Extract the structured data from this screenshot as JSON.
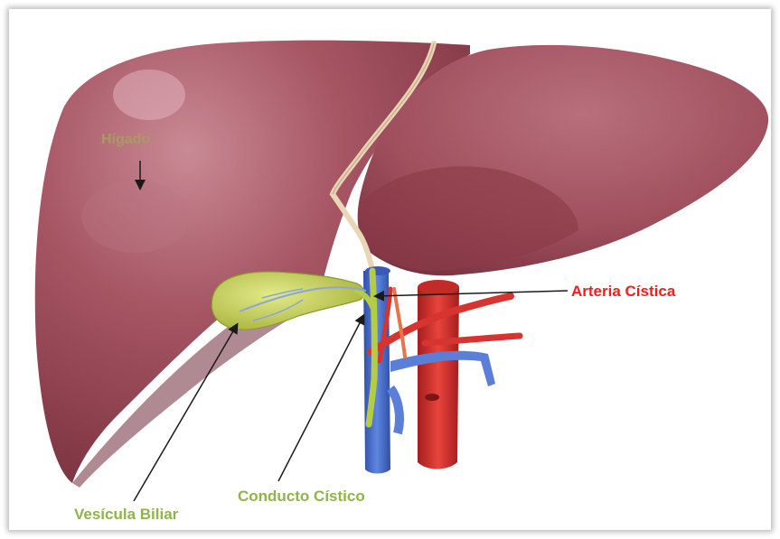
{
  "labels": {
    "liver": "Hígado",
    "cystic_artery": "Arteria Cística",
    "cystic_duct": "Conducto Cístico",
    "gallbladder": "Vesícula Biliar"
  },
  "colors": {
    "liver": "#9c4a58",
    "liver_highlight": "#c98a95",
    "gallbladder": "#c6d25a",
    "artery": "#d8342f",
    "vein": "#4b6fd0",
    "duct": "#b5cc45",
    "ligament": "#e8d3b0",
    "label_liver": "#a89a62",
    "label_artery": "#ff1a1a",
    "label_green": "#8fb54a"
  }
}
